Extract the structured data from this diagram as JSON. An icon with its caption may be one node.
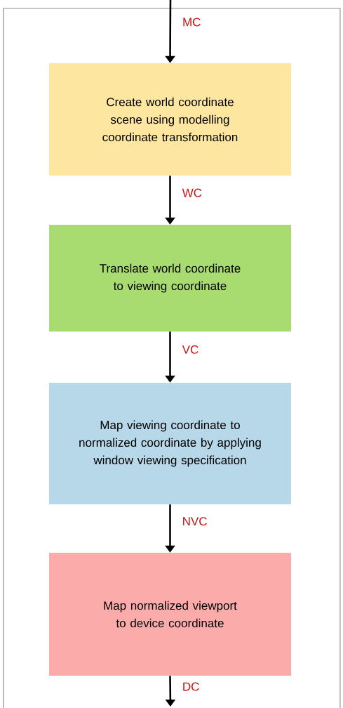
{
  "diagram": {
    "nodes": [
      {
        "text": [
          "Create world coordinate scene using modelling coordinate transformation"
        ]
      },
      {
        "text": [
          "Translate world coordinate to viewing coordinate"
        ]
      },
      {
        "text": [
          "Map viewing coordinate to normalized coordinate by applying window viewing specification"
        ]
      },
      {
        "text": [
          "Map normalized viewport to device coordinate"
        ]
      }
    ],
    "edges": [
      {
        "from": null,
        "to": 0,
        "arrow": "to",
        "label": "MC"
      },
      {
        "from": 0,
        "to": 1,
        "arrow": "to",
        "label": "WC"
      },
      {
        "from": 1,
        "to": 2,
        "arrow": "to",
        "label": "VC"
      },
      {
        "from": 2,
        "to": 3,
        "arrow": "to",
        "label": "NVC"
      },
      {
        "from": 3,
        "to": null,
        "arrow": "to",
        "label": "DC"
      }
    ]
  }
}
